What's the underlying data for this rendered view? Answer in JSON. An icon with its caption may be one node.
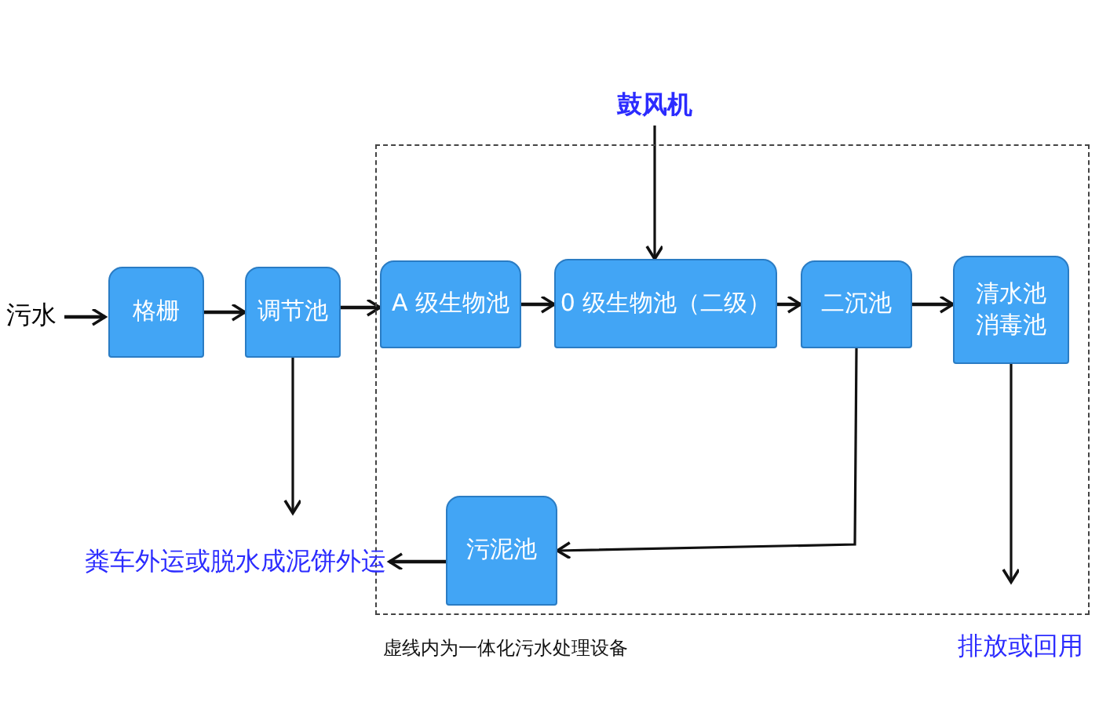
{
  "diagram": {
    "nodes": [
      {
        "text": [
          "污水"
        ]
      },
      {
        "text": [
          "格栅"
        ]
      },
      {
        "text": [
          "调节池"
        ]
      },
      {
        "text": [
          "虚线内为一体化污水处理设备"
        ]
      },
      {
        "text": [
          "A 级生物池"
        ],
        "in": 3
      },
      {
        "text": [
          "0 级生物池（二级）"
        ],
        "in": 3
      },
      {
        "text": [
          "二沉池"
        ],
        "in": 3
      },
      {
        "text": [
          "清水池",
          "消毒池"
        ],
        "in": 3
      },
      {
        "text": [
          "污泥池"
        ],
        "in": 3
      },
      {
        "text": [
          "鼓风机"
        ]
      },
      {
        "text": [
          "粪车外运或脱水成泥饼外运"
        ]
      },
      {
        "text": [
          "排放或回用"
        ]
      }
    ],
    "edges": [
      {
        "from": 0,
        "to": 1,
        "arrow": "to"
      },
      {
        "from": 1,
        "to": 2,
        "arrow": "to"
      },
      {
        "from": 2,
        "to": 4,
        "arrow": "to"
      },
      {
        "from": 4,
        "to": 5,
        "arrow": "to"
      },
      {
        "from": 5,
        "to": 6,
        "arrow": "to"
      },
      {
        "from": 6,
        "to": 7,
        "arrow": "to"
      },
      {
        "from": 9,
        "to": 5,
        "arrow": "to"
      },
      {
        "from": 2,
        "to": 10,
        "arrow": "to"
      },
      {
        "from": 6,
        "to": 8,
        "arrow": "to"
      },
      {
        "from": 8,
        "to": 10,
        "arrow": "to"
      },
      {
        "from": 7,
        "to": 11,
        "arrow": "to"
      }
    ]
  }
}
